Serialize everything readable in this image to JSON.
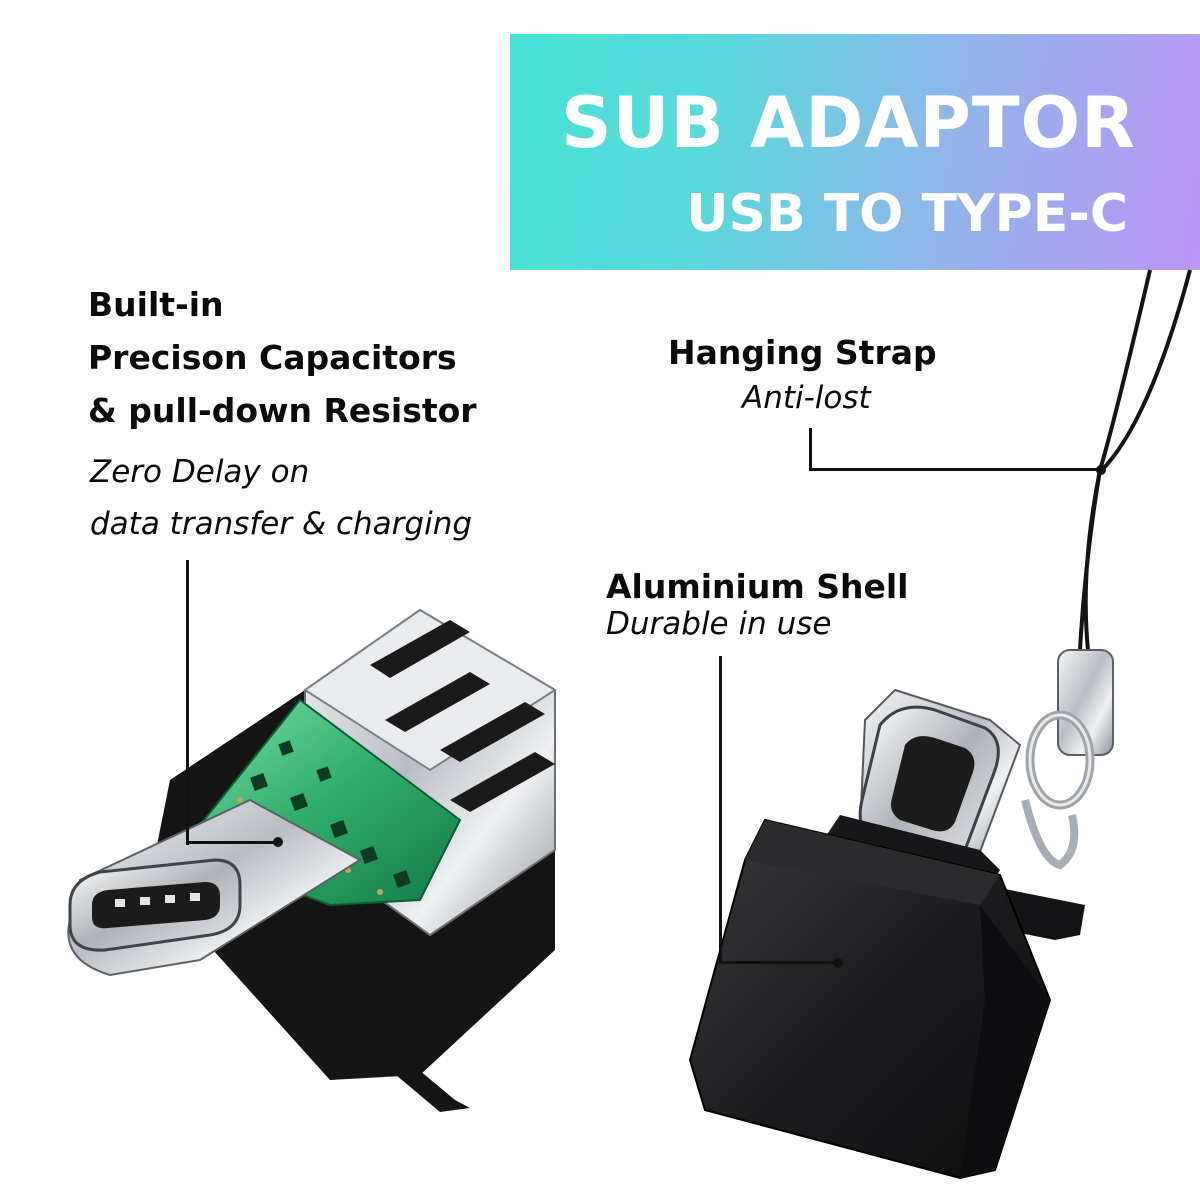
{
  "banner": {
    "title": "SUB ADAPTOR",
    "subtitle": "USB TO TYPE-C"
  },
  "features": {
    "capacitors": {
      "title_lines": [
        "Built-in",
        "Precison Capacitors",
        "& pull-down Resistor"
      ],
      "desc_lines": [
        "Zero Delay on",
        "data transfer & charging"
      ]
    },
    "strap": {
      "title": "Hanging Strap",
      "desc": "Anti-lost"
    },
    "shell": {
      "title": "Aluminium Shell",
      "desc": "Durable in use"
    }
  },
  "colors": {
    "banner_start": "#46e2d6",
    "banner_end": "#bb93f6",
    "pcb": "#2fae6a",
    "metal": "#c9cdd2",
    "shell": "#1c1c1e"
  }
}
